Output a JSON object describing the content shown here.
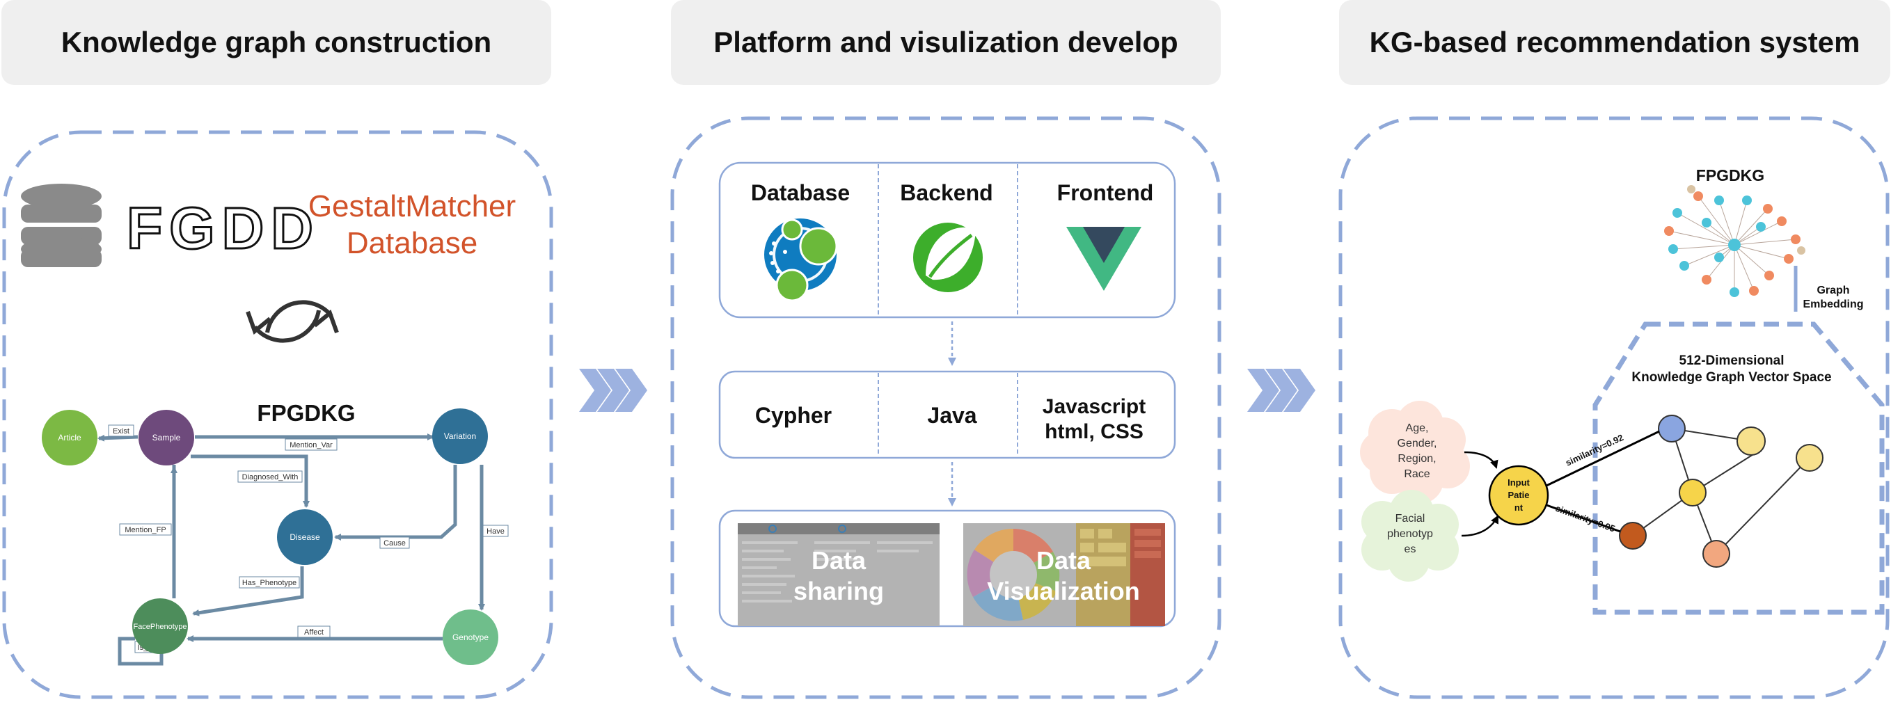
{
  "headers": {
    "left": "Knowledge graph construction",
    "middle": "Platform  and visulization develop",
    "right": "KG-based recommendation system"
  },
  "left_panel": {
    "fgdd_logo": "FGDD",
    "gestalt_line1": "GestaltMatcher",
    "gestalt_line2": "Database",
    "graph_title": "FPGDKG",
    "nodes": {
      "article": "Article",
      "sample": "Sample",
      "variation": "Variation",
      "disease": "Disease",
      "facephenotype": "FacePhenotype",
      "genotype": "Genotype"
    },
    "edges": {
      "exist": "Exist",
      "mention_var": "Mention_Var",
      "diagnosed_with": "Diagnosed_With",
      "mention_fp": "Mention_FP",
      "cause": "Cause",
      "have": "Have",
      "has_phenotype": "Has_Phenotype",
      "affect": "Affect",
      "is_a": "Is_a"
    },
    "colors": {
      "article": "#7cb944",
      "sample": "#6e4a7c",
      "variation": "#2f7096",
      "disease": "#2f7096",
      "facephenotype": "#4d8d5b",
      "genotype": "#6fbe8b",
      "edge": "#6b8aa3"
    }
  },
  "middle_panel": {
    "stack": {
      "database": "Database",
      "backend": "Backend",
      "frontend": "Frontend"
    },
    "lang": {
      "cypher": "Cypher",
      "java": "Java",
      "js_line1": "Javascript",
      "js_line2": "html, CSS"
    },
    "shots": {
      "sharing_line1": "Data",
      "sharing_line2": "sharing",
      "vis_line1": "Data",
      "vis_line2": "Visualization"
    },
    "icons": [
      "neo4j-icon",
      "spring-leaf-icon",
      "vue-icon"
    ]
  },
  "right_panel": {
    "graph_title": "FPGDKG",
    "embedding_line1": "Graph",
    "embedding_line2": "Embedding",
    "space_line1": "512-Dimensional",
    "space_line2": "Knowledge Graph Vector Space",
    "demographics": [
      "Age,",
      "Gender,",
      "Region,",
      "Race"
    ],
    "facial": [
      "Facial",
      "phenotyp",
      "es"
    ],
    "input": [
      "Input",
      "Patie",
      "nt"
    ],
    "sim1": "similarity=0.92",
    "sim2": "similarity=0.95"
  },
  "colors": {
    "dash_border": "#8fa8d8",
    "header_bg": "#efefef",
    "gestalt": "#d2532a",
    "chevron": "#9db2e0"
  }
}
